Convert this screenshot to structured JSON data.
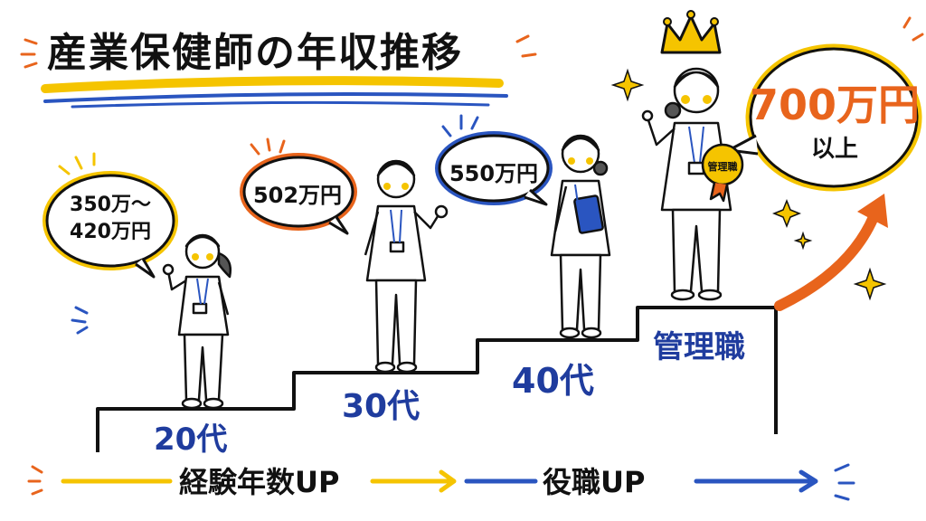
{
  "title": "産業保健師の年収推移",
  "steps": [
    {
      "age": "20代",
      "salary_lines": [
        "350万～",
        "420万円"
      ]
    },
    {
      "age": "30代",
      "salary": "502万円"
    },
    {
      "age": "40代",
      "salary": "550万円"
    },
    {
      "age": "管理職",
      "salary": "700万円",
      "salary_sub": "以上",
      "badge": "管理職"
    }
  ],
  "bottom_labels": {
    "experience": "経験年数UP",
    "position": "役職UP"
  },
  "colors": {
    "accent_blue": "#1f3c9e",
    "accent_orange": "#e8641c",
    "accent_yellow": "#f5c400",
    "bubble_yellow": "#f5c400",
    "bubble_orange": "#e8641c",
    "bubble_blue": "#2a55c0"
  }
}
